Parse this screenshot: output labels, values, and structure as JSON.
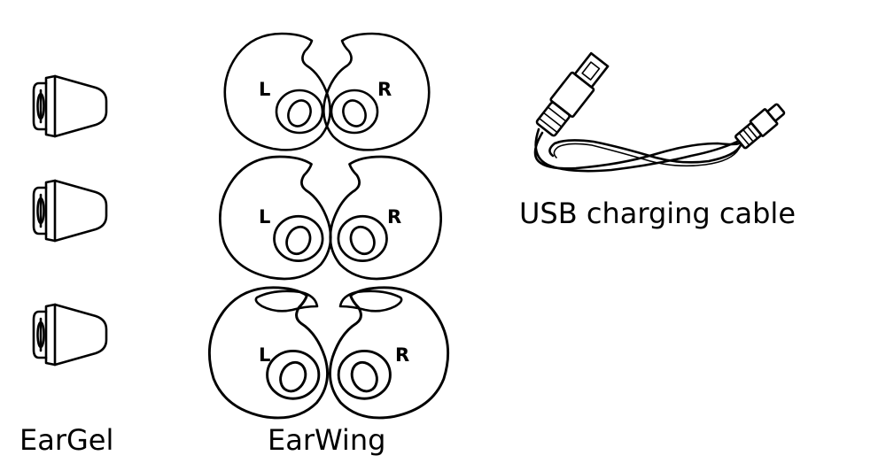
{
  "items": {
    "eargel": {
      "caption": "EarGel"
    },
    "earwing": {
      "caption": "EarWing",
      "left_mark": "L",
      "right_mark": "R"
    },
    "cable": {
      "caption": "USB charging cable"
    }
  },
  "colors": {
    "ink": "#000000",
    "background": "#ffffff"
  }
}
